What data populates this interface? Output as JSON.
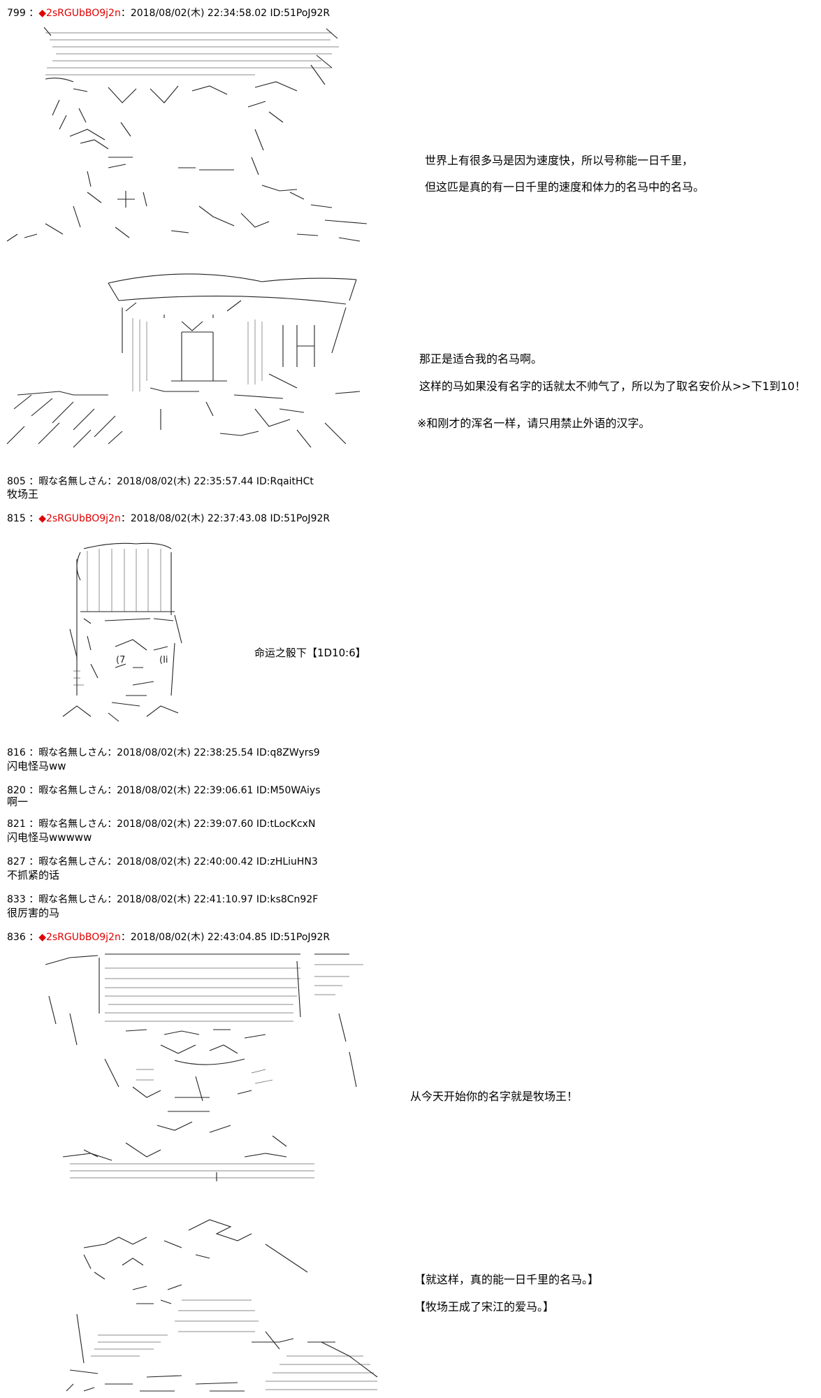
{
  "posts": [
    {
      "no": "799",
      "trip": "◆2sRGUbBO9j2n",
      "meta": "：2018/08/02(木) 22:34:58.02 ID:51PoJ92R"
    },
    {
      "no": "805",
      "name": "暇な名無しさん",
      "meta": "：2018/08/02(木) 22:35:57.44 ID:RqaitHCt",
      "body": "牧场王"
    },
    {
      "no": "815",
      "trip": "◆2sRGUbBO9j2n",
      "meta": "：2018/08/02(木) 22:37:43.08 ID:51PoJ92R"
    },
    {
      "no": "816",
      "name": "暇な名無しさん",
      "meta": "：2018/08/02(木) 22:38:25.54 ID:q8ZWyrs9",
      "body": "闪电怪马ww"
    },
    {
      "no": "820",
      "name": "暇な名無しさん",
      "meta": "：2018/08/02(木) 22:39:06.61 ID:M50WAiys",
      "body": "啊一"
    },
    {
      "no": "821",
      "name": "暇な名無しさん",
      "meta": "：2018/08/02(木) 22:39:07.60 ID:tLocKcxN",
      "body": "闪电怪马wwwww"
    },
    {
      "no": "827",
      "name": "暇な名無しさん",
      "meta": "：2018/08/02(木) 22:40:00.42 ID:zHLiuHN3",
      "body": "不抓紧的话"
    },
    {
      "no": "833",
      "name": "暇な名無しさん",
      "meta": "：2018/08/02(木) 22:41:10.97 ID:ks8Cn92F",
      "body": "很厉害的马"
    },
    {
      "no": "836",
      "trip": "◆2sRGUbBO9j2n",
      "meta": "：2018/08/02(木) 22:43:04.85 ID:51PoJ92R"
    }
  ],
  "sep": "：",
  "captions": {
    "c1": "世界上有很多马是因为速度快，所以号称能一日千里，",
    "c2": "但这匹是真的有一日千里的速度和体力的名马中的名马。",
    "c3": "那正是适合我的名马啊。",
    "c4": "这样的马如果没有名字的话就太不帅气了，所以为了取名安价从>>下1到10！",
    "c5": "※和刚才的浑名一样，请只用禁止外语的汉字。",
    "c6": "命运之骰下【1D10:6】",
    "c7": "从今天开始你的名字就是牧场王！",
    "c8": "【就这样，真的能一日千里的名马。】",
    "c9": "【牧场王成了宋江的爱马。】"
  }
}
